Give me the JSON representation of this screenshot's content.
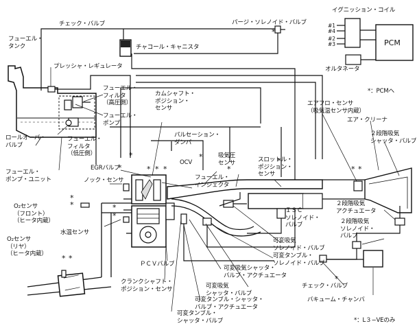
{
  "labels": {
    "check_valve_top": "チェック・バルブ",
    "purge_solenoid_valve": "パージ・ソレノイド・バルブ",
    "ignition_coil": "イグニッション・コイル",
    "fuel_tank": "フューエル・\nタンク",
    "charcoal_canister": "チャコール・キャニスタ",
    "pressure_regulator": "プレッシャ・レギュレータ",
    "pcm_note": "*：PCMへ",
    "fuel_filter_high": "フューエル・\nフィルタ\n（高圧側）",
    "fuel_pump": "フューエル・\nポンプ",
    "camshaft_position_sensor": "カムシャフト・\nポジション・\nセンサ",
    "rollover_valve": "ロールオーバ・\nバルブ",
    "fuel_filter_low": "フューエル・\nフィルタ\n（低圧側）",
    "airflow_sensor": "エアフロ・センサ\n（吸気温センサ内蔵）",
    "air_cleaner": "エア・クリーナ",
    "pulsation_damper": "パルセーション・\nダンパ",
    "intake_pressure_sensor": "吸気圧\nセンサ",
    "throttle_position_sensor": "スロットル・\nポジション・\nセンサ",
    "two_stage_shutter_valve": "２段階吸気\nシャッタ・バルブ",
    "fuel_pump_unit": "フューエル・\nポンプ・ユニット",
    "egr_valve": "EGRバルブ",
    "ocv": "OCV",
    "knock_sensor": "ノック・センサ",
    "fuel_injector": "フューエル・\nインジェクタ",
    "o2_front": "O₂センサ\n（フロント）\n（ヒータ内蔵）",
    "isc_solenoid_valve": "ＩＳＣ\nソレノイド・\nバルブ",
    "two_stage_actuator": "２段階吸気\nアクチュエータ",
    "water_temp_sensor": "水温センサ",
    "two_stage_solenoid_valve": "２段階吸気\nソレノイド・\nバルブ",
    "o2_rear": "O₂センサ\n（リヤ）\n（ヒータ内蔵）",
    "variable_intake_valve": "可変吸気\nソレノイド・バルブ",
    "variable_tumble_solenoid": "可変タンブル・\nソレノイド・バルブ",
    "pcv_valve": "ＰＣＶバルブ",
    "variable_shutter_actuator": "可変吸気シャッタ・\nバルブ・アクチュエータ",
    "crankshaft_position_sensor": "クランクシャフト・\nポジション・センサ",
    "variable_intake_shutter_valve": "可変吸気\nシャッタ・バルブ",
    "check_valve_bottom": "チェック・バルブ",
    "variable_tumble_actuator": "可変タンブル・シャッタ・\nバルブ・アクチュエータ",
    "vacuum_chamber": "バキューム・チャンバ",
    "variable_tumble_valve": "可変タンブル・\nシャッタ・バルブ",
    "l3ve_note": "*：L３−VEのみ",
    "alternator": "オルタネータ"
  },
  "pcm": "PCM",
  "cylinders": [
    "#1",
    "#4",
    "#2",
    "#3"
  ],
  "asterisk": "*"
}
